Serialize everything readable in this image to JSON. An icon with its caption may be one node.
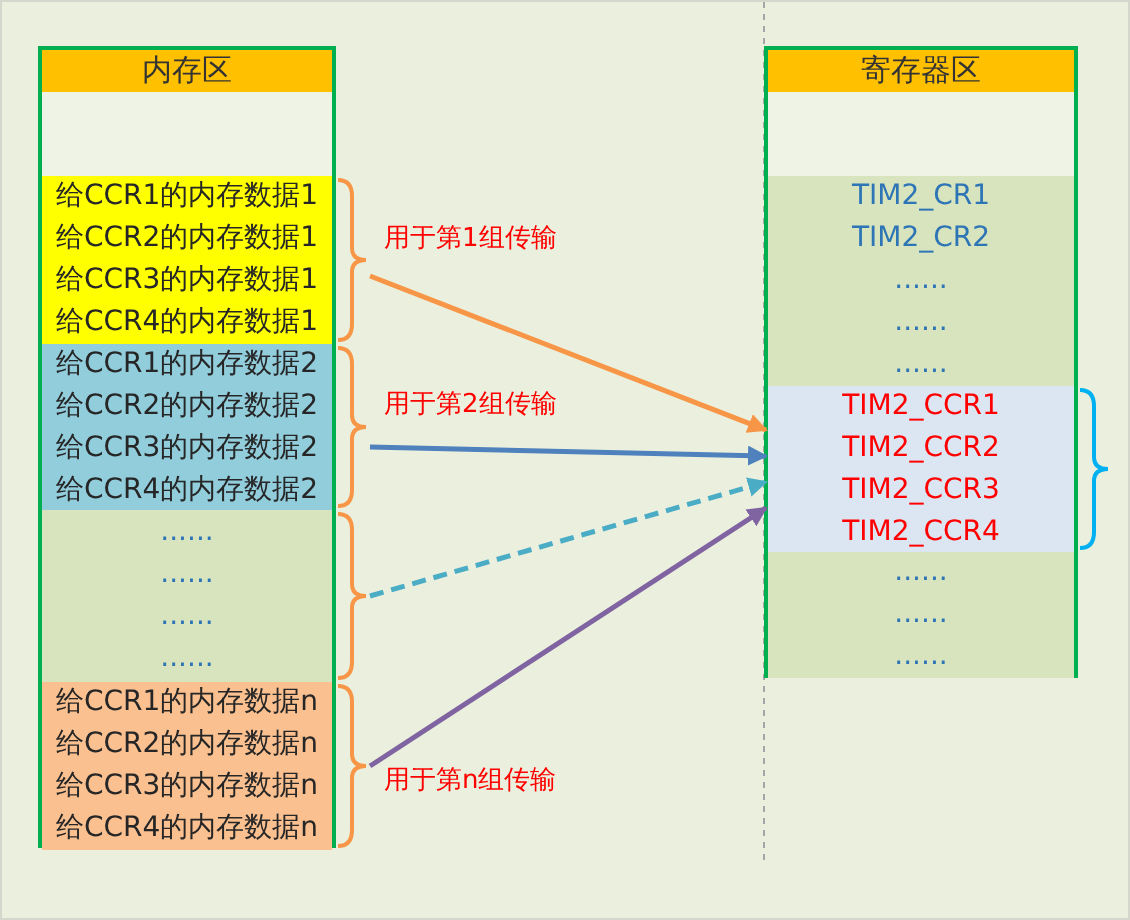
{
  "diagram": {
    "nodes": [
      {
        "text": [
          "内存区"
        ]
      },
      {
        "text": [
          "给CCR1的内存数据1",
          "给CCR2的内存数据1",
          "给CCR3的内存数据1",
          "给CCR4的内存数据1"
        ],
        "in": 0,
        "beside": [
          "用于第1组传输"
        ]
      },
      {
        "text": [
          "给CCR1的内存数据2",
          "给CCR2的内存数据2",
          "给CCR3的内存数据2",
          "给CCR4的内存数据2"
        ],
        "in": 0,
        "beside": [
          "用于第2组传输"
        ]
      },
      {
        "text": [
          "......",
          "......",
          "......",
          "......"
        ],
        "in": 0
      },
      {
        "text": [
          "给CCR1的内存数据n",
          "给CCR2的内存数据n",
          "给CCR3的内存数据n",
          "给CCR4的内存数据n"
        ],
        "in": 0,
        "beside": [
          "用于第n组传输"
        ]
      },
      {
        "text": [
          "寄存器区"
        ]
      },
      {
        "text": [
          "TIM2_CR1",
          "TIM2_CR2",
          "......",
          "......",
          "......"
        ],
        "in": 5
      },
      {
        "text": [
          "TIM2_CCR1",
          "TIM2_CCR2",
          "TIM2_CCR3",
          "TIM2_CCR4"
        ],
        "in": 5
      },
      {
        "text": [
          "......",
          "......",
          "......"
        ],
        "in": 5
      }
    ],
    "edges": [
      {
        "from": 1,
        "to": 7,
        "arrow": "to",
        "color": "#f79646"
      },
      {
        "from": 2,
        "to": 7,
        "arrow": "to",
        "color": "#4f81bd"
      },
      {
        "from": 3,
        "to": 7,
        "arrow": "to",
        "style": "dashed",
        "color": "#4bacc6"
      },
      {
        "from": 4,
        "to": 7,
        "arrow": "to",
        "color": "#8064a2"
      }
    ]
  }
}
